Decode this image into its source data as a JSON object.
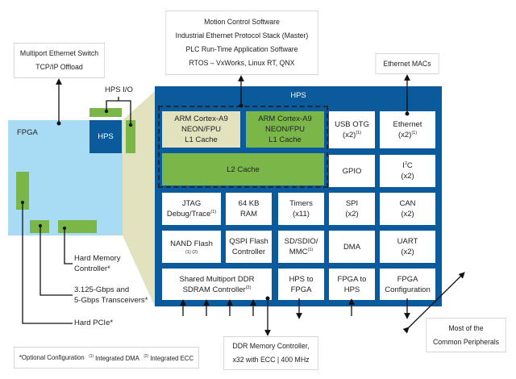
{
  "boxes": {
    "software": [
      "Motion Control Software",
      "Industrial Ethernet Protocol Stack (Master)",
      "PLC Run-Time Application Software",
      "RTOS – VxWorks, Linux RT, QNX"
    ],
    "switch": [
      "Multiport Ethernet Switch",
      "TCP/IP Offload"
    ],
    "ethernet_macs": "Ethernet MACs",
    "ddr": [
      "DDR Memory Controller,",
      "x32 with ECC | 400 MHz"
    ],
    "peripherals": [
      "Most of the",
      "Common Peripherals"
    ],
    "legend": {
      "optional": "*Optional Configuration",
      "dma_mark": "(1)",
      "dma": "Integrated DMA",
      "ecc_mark": "(2)",
      "ecc": "Integrated ECC"
    }
  },
  "fpga": {
    "label": "FPGA",
    "hps_label": "HPS",
    "hps_io_label": "HPS I/O",
    "callouts": {
      "mem": [
        "Hard Memory",
        "Controller*"
      ],
      "xcvr": [
        "3.125-Gbps and",
        "5-Gbps Transceivers*"
      ],
      "pcie": "Hard PCIe*"
    }
  },
  "hps": {
    "title": "HPS",
    "cpu0": [
      "ARM Cortex-A9",
      "NEON/FPU",
      "L1 Cache"
    ],
    "cpu1": [
      "ARM Cortex-A9",
      "NEON/FPU",
      "L1 Cache"
    ],
    "l2": "L2 Cache",
    "usb": [
      "USB OTG",
      "(x2)",
      "(1)"
    ],
    "ethernet": [
      "Ethernet",
      "(x2)",
      "(1)"
    ],
    "gpio": "GPIO",
    "i2c": [
      "I",
      "2",
      "C",
      "(x2)"
    ],
    "jtag": [
      "JTAG",
      "Debug/Trace",
      "(1)"
    ],
    "ram": [
      "64 KB",
      "RAM"
    ],
    "timers": [
      "Timers",
      "(x11)"
    ],
    "spi": [
      "SPI",
      "(x2)"
    ],
    "can": [
      "CAN",
      "(x2)"
    ],
    "nand": [
      "NAND Flash",
      "(1) (2)"
    ],
    "qspi": [
      "QSPI Flash",
      "Controller"
    ],
    "sd": [
      "SD/SDIO/",
      "MMC",
      "(1)"
    ],
    "dma": "DMA",
    "uart": [
      "UART",
      "(x2)"
    ],
    "sdram": [
      "Shared Multiport DDR",
      "SDRAM Controller",
      "(2)"
    ],
    "h2f": [
      "HPS to",
      "FPGA"
    ],
    "f2h": [
      "FPGA to",
      "HPS"
    ],
    "fpgacfg": [
      "FPGA",
      "Configuration"
    ]
  },
  "colors": {
    "hps_blue": "#0a5a9c",
    "fpga_light_blue": "#a8dcf4",
    "green": "#7ab648",
    "beige": "#e3e2be"
  }
}
